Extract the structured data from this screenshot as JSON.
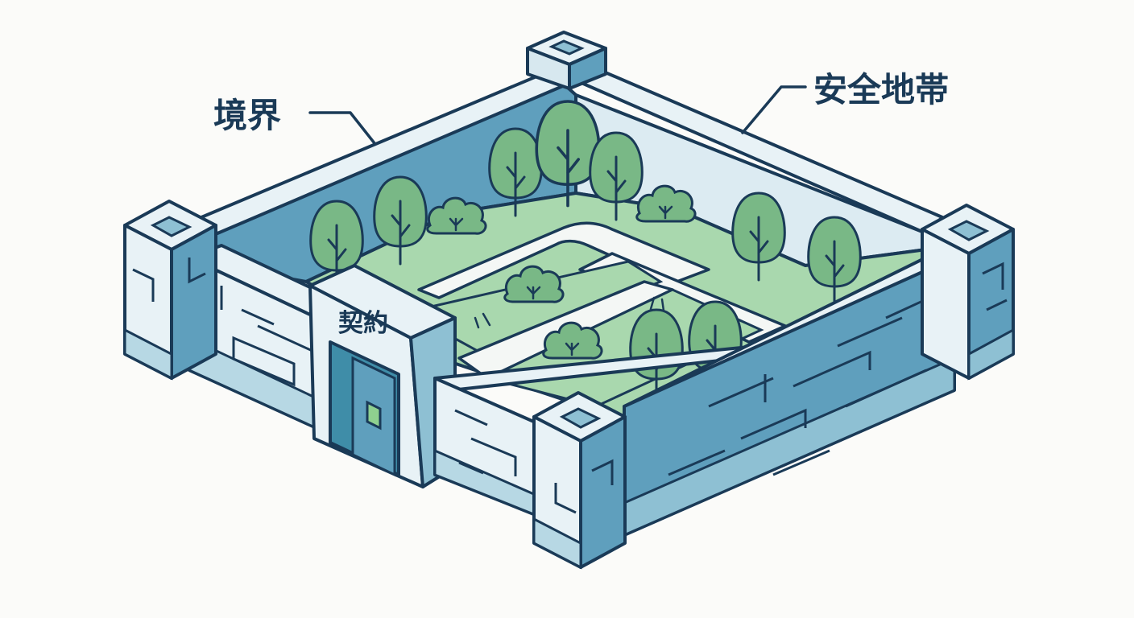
{
  "labels": {
    "boundary": "境界",
    "safe_zone": "安全地帯",
    "contract": "契約"
  },
  "colors": {
    "outline": "#1a3a57",
    "wall_light": "#e6f0f5",
    "wall_mid": "#8ec0d3",
    "wall_dark": "#5f9fbd",
    "wall_inner_shadow": "#4f93b2",
    "lawn": "#a9d8ae",
    "tree": "#79b886",
    "path": "#f4f7f5",
    "door": "#3f8da8",
    "door_light": "#8fd08f",
    "background": "#fbfbf9"
  },
  "icons": [
    "tree-icon",
    "bush-icon",
    "gate-icon",
    "pillar-icon"
  ]
}
